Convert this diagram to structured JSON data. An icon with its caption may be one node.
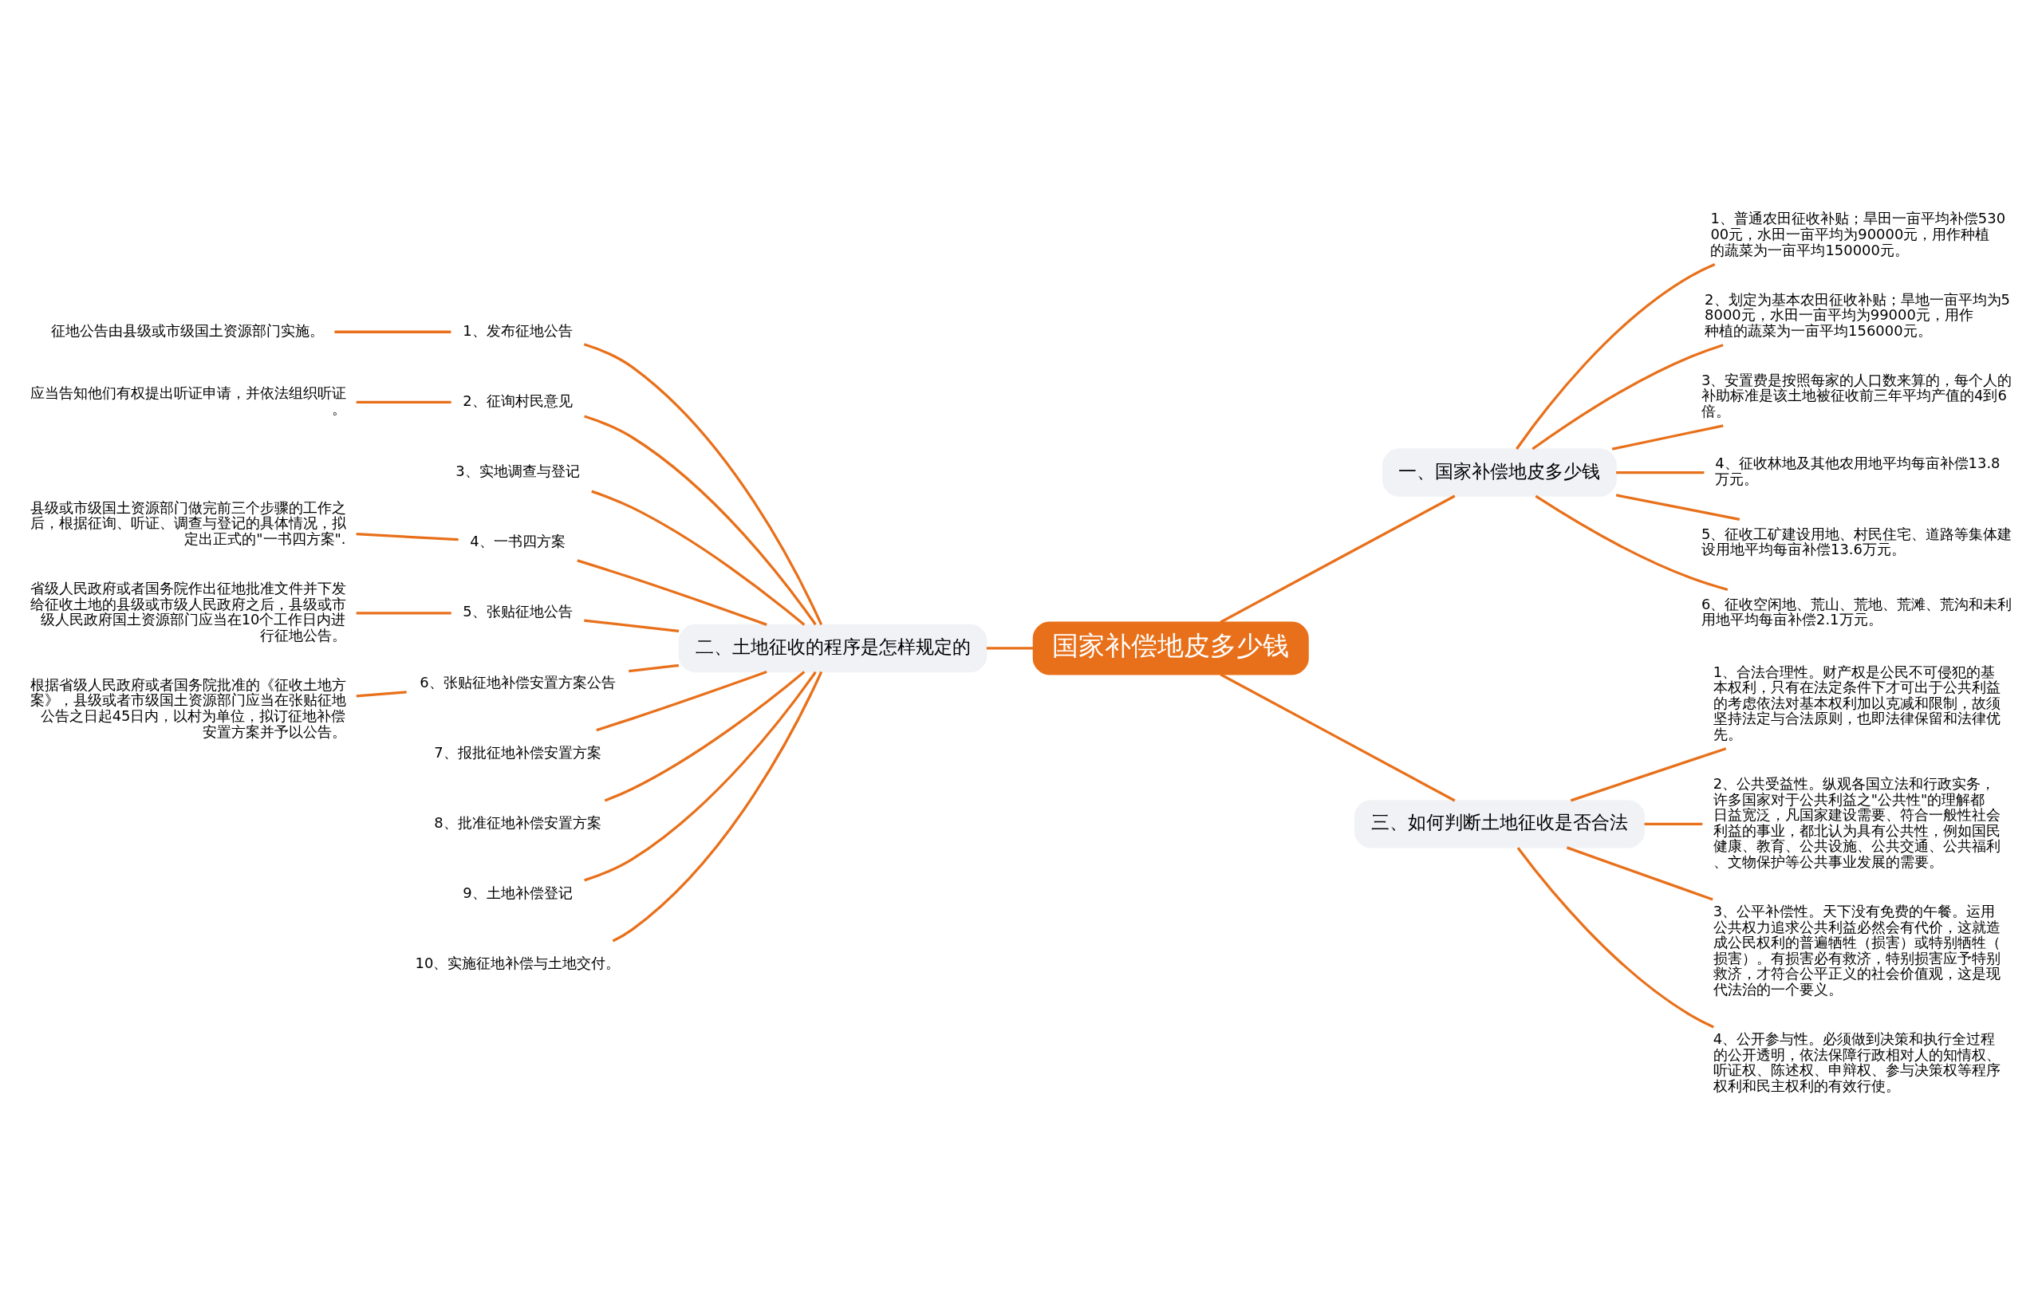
{
  "diagram": {
    "nodes": [
      {
        "text": [
          "国家补偿地皮多少钱"
        ]
      },
      {
        "text": [
          "一、国家补偿地皮多少钱"
        ]
      },
      {
        "text": [
          "1、普通农田征收补贴；旱田一亩平均补偿53000元，水田一亩平均为90000元，用作种植的蔬菜为一亩平均150000元。"
        ]
      },
      {
        "text": [
          "2、划定为基本农田征收补贴；旱地一亩平均为58000元，水田一亩平均为99000元，用作种植的蔬菜为一亩平均156000元。"
        ]
      },
      {
        "text": [
          "3、安置费是按照每家的人口数来算的，每个人的补助标准是该土地被征收前三年平均产值的4到6倍。"
        ]
      },
      {
        "text": [
          "4、征收林地及其他农用地平均每亩补偿13.8万元。"
        ]
      },
      {
        "text": [
          "5、征收工矿建设用地、村民住宅、道路等集体建设用地平均每亩补偿13.6万元。"
        ]
      },
      {
        "text": [
          "6、征收空闲地、荒山、荒地、荒滩、荒沟和未利用地平均每亩补偿2.1万元。"
        ]
      },
      {
        "text": [
          "三、如何判断土地征收是否合法"
        ]
      },
      {
        "text": [
          "1、合法合理性。财产权是公民不可侵犯的基本权利，只有在法定条件下才可出于公共利益的考虑依法对基本权利加以克减和限制，故须坚持法定与合法原则，也即法律保留和法律优先。"
        ]
      },
      {
        "text": [
          "2、公共受益性。纵观各国立法和行政实务，许多国家对于公共利益之\"公共性\"的理解都日益宽泛，凡国家建设需要、符合一般性社会利益的事业，都北认为具有公共性，例如国民健康、教育、公共设施、公共交通、公共福利、文物保护等公共事业发展的需要。"
        ]
      },
      {
        "text": [
          "3、公平补偿性。天下没有免费的午餐。运用公共权力追求公共利益必然会有代价，这就造成公民权利的普遍牺牲（损害）或特别牺牲（损害）。有损害必有救济，特别损害应予特别救济，才符合公平正义的社会价值观，这是现代法治的一个要义。"
        ]
      },
      {
        "text": [
          "4、公开参与性。必须做到决策和执行全过程的公开透明，依法保障行政相对人的知情权、听证权、陈述权、申辩权、参与决策权等程序权利和民主权利的有效行使。"
        ]
      },
      {
        "text": [
          "二、土地征收的程序是怎样规定的"
        ]
      },
      {
        "text": [
          "1、发布征地公告"
        ]
      },
      {
        "text": [
          "征地公告由县级或市级国土资源部门实施。"
        ]
      },
      {
        "text": [
          "2、征询村民意见"
        ]
      },
      {
        "text": [
          "应当告知他们有权提出听证申请，并依法组织听证。"
        ]
      },
      {
        "text": [
          "3、实地调查与登记"
        ]
      },
      {
        "text": [
          "4、一书四方案"
        ]
      },
      {
        "text": [
          "县级或市级国土资源部门做完前三个步骤的工作之后，根据征询、听证、调查与登记的具体情况，拟定出正式的\"一书四方案\"."
        ]
      },
      {
        "text": [
          "5、张贴征地公告"
        ]
      },
      {
        "text": [
          "省级人民政府或者国务院作出征地批准文件并下发给征收土地的县级或市级人民政府之后，县级或市级人民政府国土资源部门应当在10个工作日内进行征地公告。"
        ]
      },
      {
        "text": [
          "6、张贴征地补偿安置方案公告"
        ]
      },
      {
        "text": [
          "根据省级人民政府或者国务院批准的《征收土地方案》，县级或者市级国土资源部门应当在张贴征地公告之日起45日内，以村为单位，拟订征地补偿安置方案并予以公告。"
        ]
      },
      {
        "text": [
          "7、报批征地补偿安置方案"
        ]
      },
      {
        "text": [
          "8、批准征地补偿安置方案"
        ]
      },
      {
        "text": [
          "9、土地补偿登记"
        ]
      },
      {
        "text": [
          "10、实施征地补偿与土地交付。"
        ]
      }
    ],
    "edges": [
      {
        "from": 0,
        "to": 1,
        "arrow": "none"
      },
      {
        "from": 1,
        "to": 2,
        "arrow": "none"
      },
      {
        "from": 1,
        "to": 3,
        "arrow": "none"
      },
      {
        "from": 1,
        "to": 4,
        "arrow": "none"
      },
      {
        "from": 1,
        "to": 5,
        "arrow": "none"
      },
      {
        "from": 1,
        "to": 6,
        "arrow": "none"
      },
      {
        "from": 1,
        "to": 7,
        "arrow": "none"
      },
      {
        "from": 0,
        "to": 8,
        "arrow": "none"
      },
      {
        "from": 8,
        "to": 9,
        "arrow": "none"
      },
      {
        "from": 8,
        "to": 10,
        "arrow": "none"
      },
      {
        "from": 8,
        "to": 11,
        "arrow": "none"
      },
      {
        "from": 8,
        "to": 12,
        "arrow": "none"
      },
      {
        "from": 0,
        "to": 13,
        "arrow": "none"
      },
      {
        "from": 13,
        "to": 14,
        "arrow": "none"
      },
      {
        "from": 14,
        "to": 15,
        "arrow": "none"
      },
      {
        "from": 13,
        "to": 16,
        "arrow": "none"
      },
      {
        "from": 16,
        "to": 17,
        "arrow": "none"
      },
      {
        "from": 13,
        "to": 18,
        "arrow": "none"
      },
      {
        "from": 13,
        "to": 19,
        "arrow": "none"
      },
      {
        "from": 19,
        "to": 20,
        "arrow": "none"
      },
      {
        "from": 13,
        "to": 21,
        "arrow": "none"
      },
      {
        "from": 21,
        "to": 22,
        "arrow": "none"
      },
      {
        "from": 13,
        "to": 23,
        "arrow": "none"
      },
      {
        "from": 23,
        "to": 24,
        "arrow": "none"
      },
      {
        "from": 13,
        "to": 25,
        "arrow": "none"
      },
      {
        "from": 13,
        "to": 26,
        "arrow": "none"
      },
      {
        "from": 13,
        "to": 27,
        "arrow": "none"
      },
      {
        "from": 13,
        "to": 28,
        "arrow": "none"
      }
    ]
  }
}
